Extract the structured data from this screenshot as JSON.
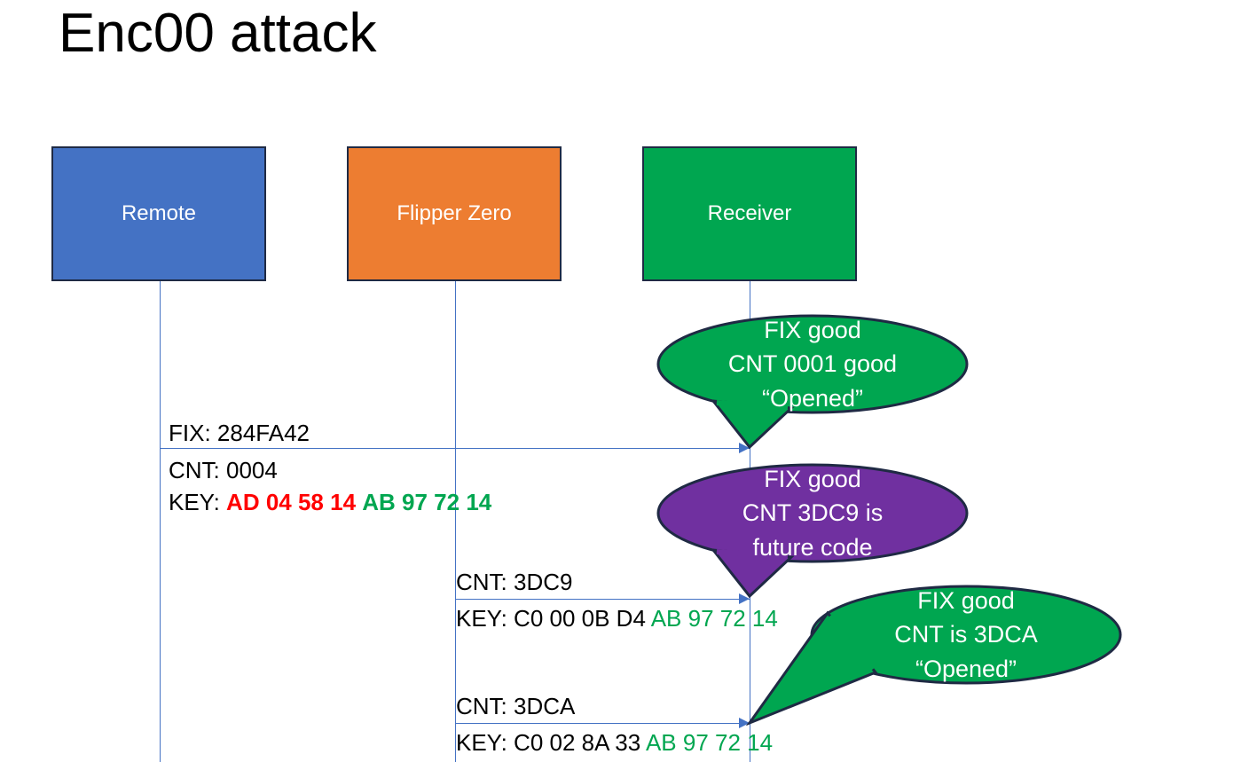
{
  "slide": {
    "title": "Enc00 attack",
    "background": "#ffffff"
  },
  "colors": {
    "remote": "#4472c4",
    "flipper": "#ed7d31",
    "receiver": "#00a650",
    "callout_green": "#00a650",
    "callout_purple": "#7030a0",
    "border": "#1f2a44",
    "lifeline": "#4472c4",
    "key_red": "#ff0000",
    "key_green": "#00a650",
    "text": "#000000"
  },
  "actors": [
    {
      "id": "remote",
      "label": "Remote",
      "color": "#4472c4"
    },
    {
      "id": "flipper",
      "label": "Flipper Zero",
      "color": "#ed7d31"
    },
    {
      "id": "receiver",
      "label": "Receiver",
      "color": "#00a650"
    }
  ],
  "messages": [
    {
      "id": "msg1",
      "from": "remote",
      "to": "receiver",
      "lines": [
        {
          "label": "FIX: 284FA42"
        },
        {
          "label": "CNT: 0004"
        },
        {
          "prefix": "KEY: ",
          "red": "AD 04 58 14",
          "green": "AB 97 72 14"
        }
      ]
    },
    {
      "id": "msg2",
      "from": "flipper",
      "to": "receiver",
      "lines": [
        {
          "label": "CNT: 3DC9"
        },
        {
          "prefix": "KEY: C0 00 0B D4 ",
          "green": "AB 97 72 14"
        }
      ]
    },
    {
      "id": "msg3",
      "from": "flipper",
      "to": "receiver",
      "lines": [
        {
          "label": "CNT: 3DCA"
        },
        {
          "prefix": "KEY: C0 02 8A 33 ",
          "green": "AB 97 72 14"
        }
      ]
    }
  ],
  "msg1": {
    "fix": "FIX: 284FA42",
    "cnt": "CNT: 0004",
    "key_prefix": "KEY: ",
    "key_red": "AD 04 58 14",
    "key_green": "AB 97 72 14"
  },
  "msg2": {
    "cnt": "CNT: 3DC9",
    "key_prefix": "KEY: C0 00 0B D4 ",
    "key_green": "AB 97 72 14"
  },
  "msg3": {
    "cnt": "CNT: 3DCA",
    "key_prefix": "KEY: C0 02 8A 33 ",
    "key_green": "AB 97 72 14"
  },
  "callouts": [
    {
      "id": "callout-1",
      "color": "#00a650",
      "lines": [
        "FIX good",
        "CNT 0001 good",
        "“Opened”"
      ]
    },
    {
      "id": "callout-2",
      "color": "#7030a0",
      "lines": [
        "FIX good",
        "CNT 3DC9 is",
        "future code"
      ]
    },
    {
      "id": "callout-3",
      "color": "#00a650",
      "lines": [
        "FIX good",
        "CNT is 3DCA",
        "“Opened”"
      ]
    }
  ],
  "callout1": {
    "l1": "FIX good",
    "l2": "CNT 0001 good",
    "l3": "“Opened”"
  },
  "callout2": {
    "l1": "FIX good",
    "l2": "CNT 3DC9 is",
    "l3": "future code"
  },
  "callout3": {
    "l1": "FIX good",
    "l2": "CNT is 3DCA",
    "l3": "“Opened”"
  }
}
